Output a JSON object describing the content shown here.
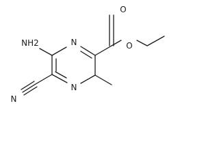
{
  "labels": {
    "amino": "NH2",
    "ring_nitrogen_top": "N",
    "ring_nitrogen_bottom": "N",
    "carbonyl_oxygen": "O",
    "ester_oxygen": "O",
    "nitrile_nitrogen": "N"
  }
}
